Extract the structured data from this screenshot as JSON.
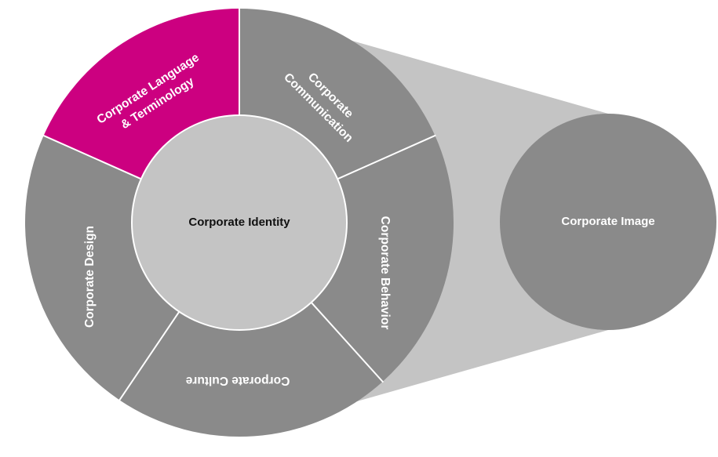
{
  "diagram": {
    "center_label": "Corporate Identity",
    "image_label": "Corporate Image",
    "segments": [
      {
        "id": "language",
        "lines": [
          "Corporate Language",
          "& Terminology"
        ],
        "highlighted": true
      },
      {
        "id": "communication",
        "lines": [
          "Corporate",
          "Communication"
        ],
        "highlighted": false
      },
      {
        "id": "behavior",
        "lines": [
          "Corporate Behavior"
        ],
        "highlighted": false
      },
      {
        "id": "culture",
        "lines": [
          "Corporate Culture"
        ],
        "highlighted": false
      },
      {
        "id": "design",
        "lines": [
          "Corporate Design"
        ],
        "highlighted": false
      }
    ]
  },
  "colors": {
    "segment": "#8a8a8a",
    "highlight": "#cc0080",
    "center": "#c4c4c4",
    "connector": "#c4c4c4",
    "image_circle": "#8a8a8a",
    "separator": "#ffffff"
  }
}
